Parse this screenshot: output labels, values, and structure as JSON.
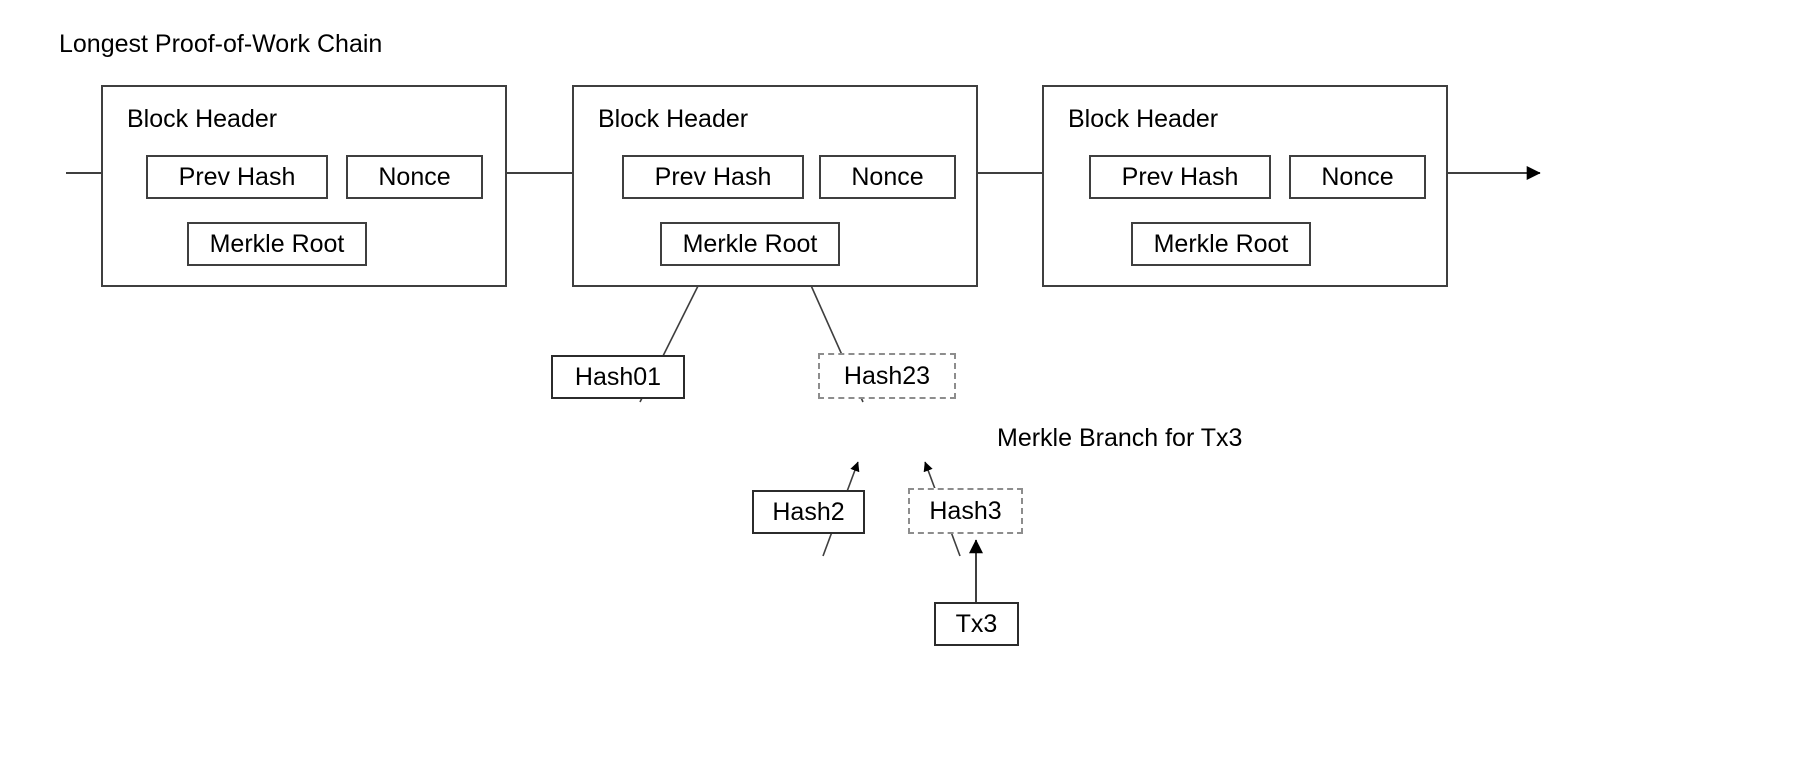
{
  "diagram": {
    "title": "Longest Proof-of-Work Chain",
    "annotation": "Merkle Branch for Tx3",
    "colors": {
      "background": "#ffffff",
      "stroke": "#3f3f3f",
      "node_stroke": "#2b2b2b",
      "dashed_stroke": "#8d8d8d",
      "text": "#000000",
      "arrow_fill": "#000000"
    }
  },
  "blocks": [
    {
      "id": "block-1",
      "header_label": "Block Header",
      "fields": [
        {
          "id": "prev-hash",
          "label": "Prev Hash"
        },
        {
          "id": "nonce",
          "label": "Nonce"
        },
        {
          "id": "merkle-root",
          "label": "Merkle Root"
        }
      ]
    },
    {
      "id": "block-2",
      "header_label": "Block Header",
      "fields": [
        {
          "id": "prev-hash",
          "label": "Prev Hash"
        },
        {
          "id": "nonce",
          "label": "Nonce"
        },
        {
          "id": "merkle-root",
          "label": "Merkle Root"
        }
      ]
    },
    {
      "id": "block-3",
      "header_label": "Block Header",
      "fields": [
        {
          "id": "prev-hash",
          "label": "Prev Hash"
        },
        {
          "id": "nonce",
          "label": "Nonce"
        },
        {
          "id": "merkle-root",
          "label": "Merkle Root"
        }
      ]
    }
  ],
  "merkle_nodes": [
    {
      "id": "hash01",
      "label": "Hash01",
      "style": "solid"
    },
    {
      "id": "hash23",
      "label": "Hash23",
      "style": "dashed"
    },
    {
      "id": "hash2",
      "label": "Hash2",
      "style": "solid"
    },
    {
      "id": "hash3",
      "label": "Hash3",
      "style": "dashed"
    },
    {
      "id": "tx3",
      "label": "Tx3",
      "style": "solid"
    }
  ],
  "edges": [
    {
      "id": "chain-in",
      "from": "outside-left",
      "to": "block-1.prev-hash"
    },
    {
      "id": "chain-1-to-2",
      "from": "block-1",
      "to": "block-2.prev-hash"
    },
    {
      "id": "chain-2-to-3",
      "from": "block-2",
      "to": "block-3.prev-hash"
    },
    {
      "id": "chain-out",
      "from": "block-3",
      "to": "outside-right"
    },
    {
      "id": "hash01-to-root",
      "from": "hash01",
      "to": "block-2.merkle-root"
    },
    {
      "id": "hash23-to-root",
      "from": "hash23",
      "to": "block-2.merkle-root"
    },
    {
      "id": "hash2-to-hash23",
      "from": "hash2",
      "to": "hash23"
    },
    {
      "id": "hash3-to-hash23",
      "from": "hash3",
      "to": "hash23"
    },
    {
      "id": "tx3-to-hash3",
      "from": "tx3",
      "to": "hash3"
    }
  ]
}
